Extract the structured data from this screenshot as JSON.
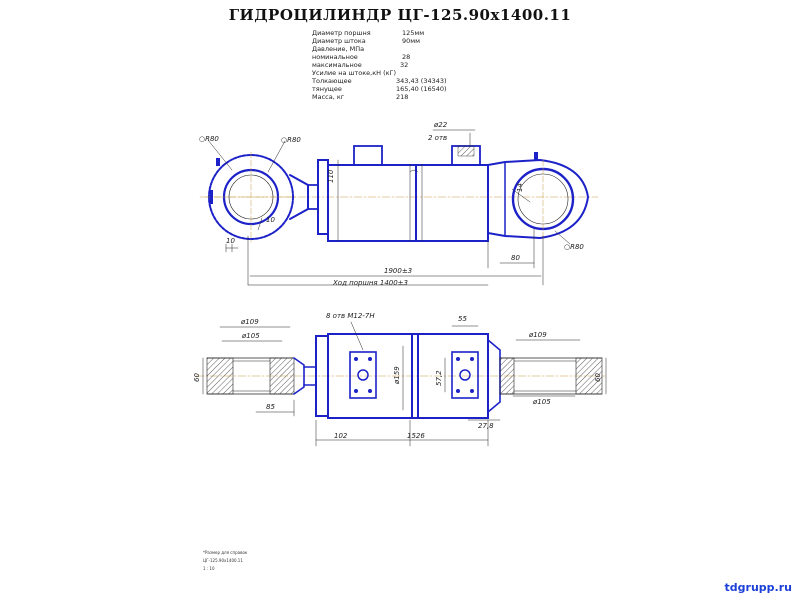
{
  "title": "ГИДРОЦИЛИНДР  ЦГ-125.90х1400.11",
  "specs": [
    {
      "label": "Диаметр поршня",
      "value": "125мм"
    },
    {
      "label": "Диаметр штока",
      "value": "90мм"
    },
    {
      "label": "Давление, МПа",
      "value": ""
    },
    {
      "label": "номинальное",
      "value": "28"
    },
    {
      "label": "максимальное",
      "value": "32"
    },
    {
      "label": "Усилие на штоке,кН (кГ)",
      "value": ""
    },
    {
      "label": "Толкающее",
      "value": "343,43 (34343)"
    },
    {
      "label": "тянущее",
      "value": "165,40  (16540)"
    },
    {
      "label": "Масса,   кг",
      "value": "218"
    }
  ],
  "top_view": {
    "r_left_a": "○R80",
    "r_left_b": "○R80",
    "dia_22": "ø22",
    "holes_2": "2 отв",
    "dim_110": "110",
    "dim_14": "14",
    "dim_10a": "10",
    "dim_10b": "10",
    "dim_80": "80",
    "r_right": "○R80",
    "length": "1900±3",
    "stroke": "Ход поршня 1400±3"
  },
  "bottom_view": {
    "dia_109_left": "ø109",
    "dia_105_left": "ø105",
    "holes_8": "8 отв  М12-7Н",
    "dim_55": "55",
    "dia_109_right": "ø109",
    "dim_60_left": "60",
    "dia_159": "ø159",
    "dim_572": "57,2",
    "dim_60_right": "60",
    "dim_85": "85",
    "dia_105_right": "ø105",
    "dim_278": "27,8",
    "dim_102": "102",
    "dim_1526": "1526"
  },
  "notes": [
    "*Размер для справок",
    "ЦГ-125.90х1400.11",
    "1 : 10"
  ],
  "watermark": "tdgrupp.ru",
  "colors": {
    "outline": "#1c22c8",
    "lines": "#222222",
    "hatch": "#333333",
    "watermark": "#1d40d8"
  }
}
